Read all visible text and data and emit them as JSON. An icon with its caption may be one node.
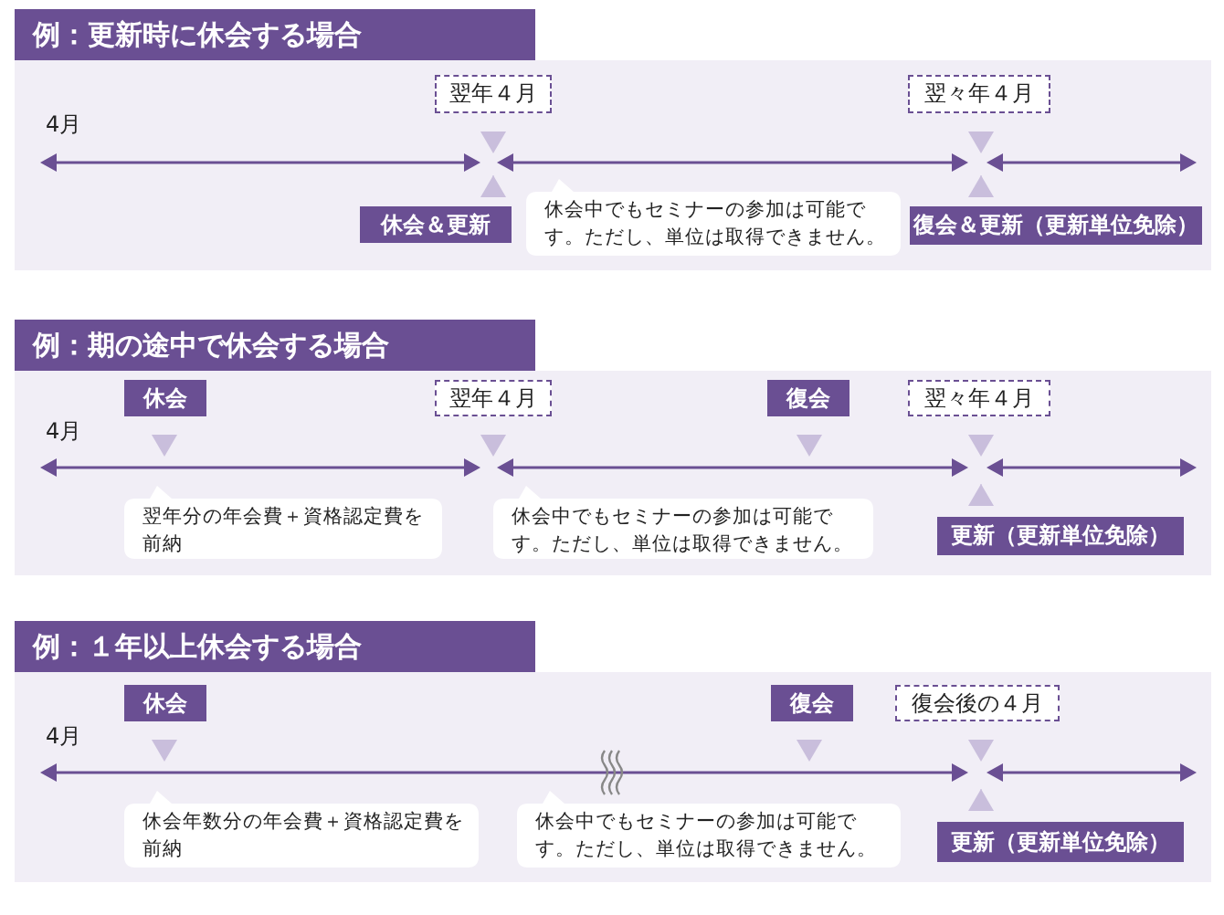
{
  "diagram": {
    "nodes": [
      {
        "text": [
          "例：更新時に休会する場合"
        ]
      },
      {
        "text": [
          "翌年４月"
        ],
        "in": 0
      },
      {
        "text": [
          "翌々年４月"
        ],
        "in": 0
      },
      {
        "text": [
          "休会＆更新"
        ],
        "in": 0
      },
      {
        "text": [
          "休会中でもセミナーの参加は可能です。ただし、単位は取得できません。"
        ],
        "in": 0
      },
      {
        "text": [
          "復会＆更新（更新単位免除）"
        ],
        "in": 0
      },
      {
        "text": [
          "例：期の途中で休会する場合"
        ]
      },
      {
        "text": [
          "休会"
        ],
        "in": 6
      },
      {
        "text": [
          "翌年４月"
        ],
        "in": 6
      },
      {
        "text": [
          "復会"
        ],
        "in": 6
      },
      {
        "text": [
          "翌々年４月"
        ],
        "in": 6
      },
      {
        "text": [
          "翌年分の年会費＋資格認定費を前納"
        ],
        "in": 6
      },
      {
        "text": [
          "休会中でもセミナーの参加は可能です。ただし、単位は取得できません。"
        ],
        "in": 6
      },
      {
        "text": [
          "更新（更新単位免除）"
        ],
        "in": 6
      },
      {
        "text": [
          "例：１年以上休会する場合"
        ]
      },
      {
        "text": [
          "休会"
        ],
        "in": 14
      },
      {
        "text": [
          "復会"
        ],
        "in": 14
      },
      {
        "text": [
          "復会後の４月"
        ],
        "in": 14
      },
      {
        "text": [
          "休会年数分の年会費＋資格認定費を前納"
        ],
        "in": 14
      },
      {
        "text": [
          "休会中でもセミナーの参加は可能です。ただし、単位は取得できません。"
        ],
        "in": 14
      },
      {
        "text": [
          "更新（更新単位免除）"
        ],
        "in": 14
      }
    ],
    "edges": [
      {
        "from": 1,
        "to": null,
        "arrow": "to"
      },
      {
        "from": 2,
        "to": null,
        "arrow": "to"
      },
      {
        "from": 3,
        "to": null,
        "arrow": "to"
      },
      {
        "from": 5,
        "to": null,
        "arrow": "to"
      },
      {
        "from": 7,
        "to": null,
        "arrow": "to"
      },
      {
        "from": 8,
        "to": null,
        "arrow": "to"
      },
      {
        "from": 9,
        "to": null,
        "arrow": "to"
      },
      {
        "from": 10,
        "to": null,
        "arrow": "to"
      },
      {
        "from": 13,
        "to": null,
        "arrow": "to"
      },
      {
        "from": 15,
        "to": null,
        "arrow": "to"
      },
      {
        "from": 16,
        "to": null,
        "arrow": "to"
      },
      {
        "from": 17,
        "to": null,
        "arrow": "to"
      },
      {
        "from": 20,
        "to": null,
        "arrow": "to"
      }
    ],
    "labels": [
      "4月",
      "4月",
      "4月"
    ]
  }
}
